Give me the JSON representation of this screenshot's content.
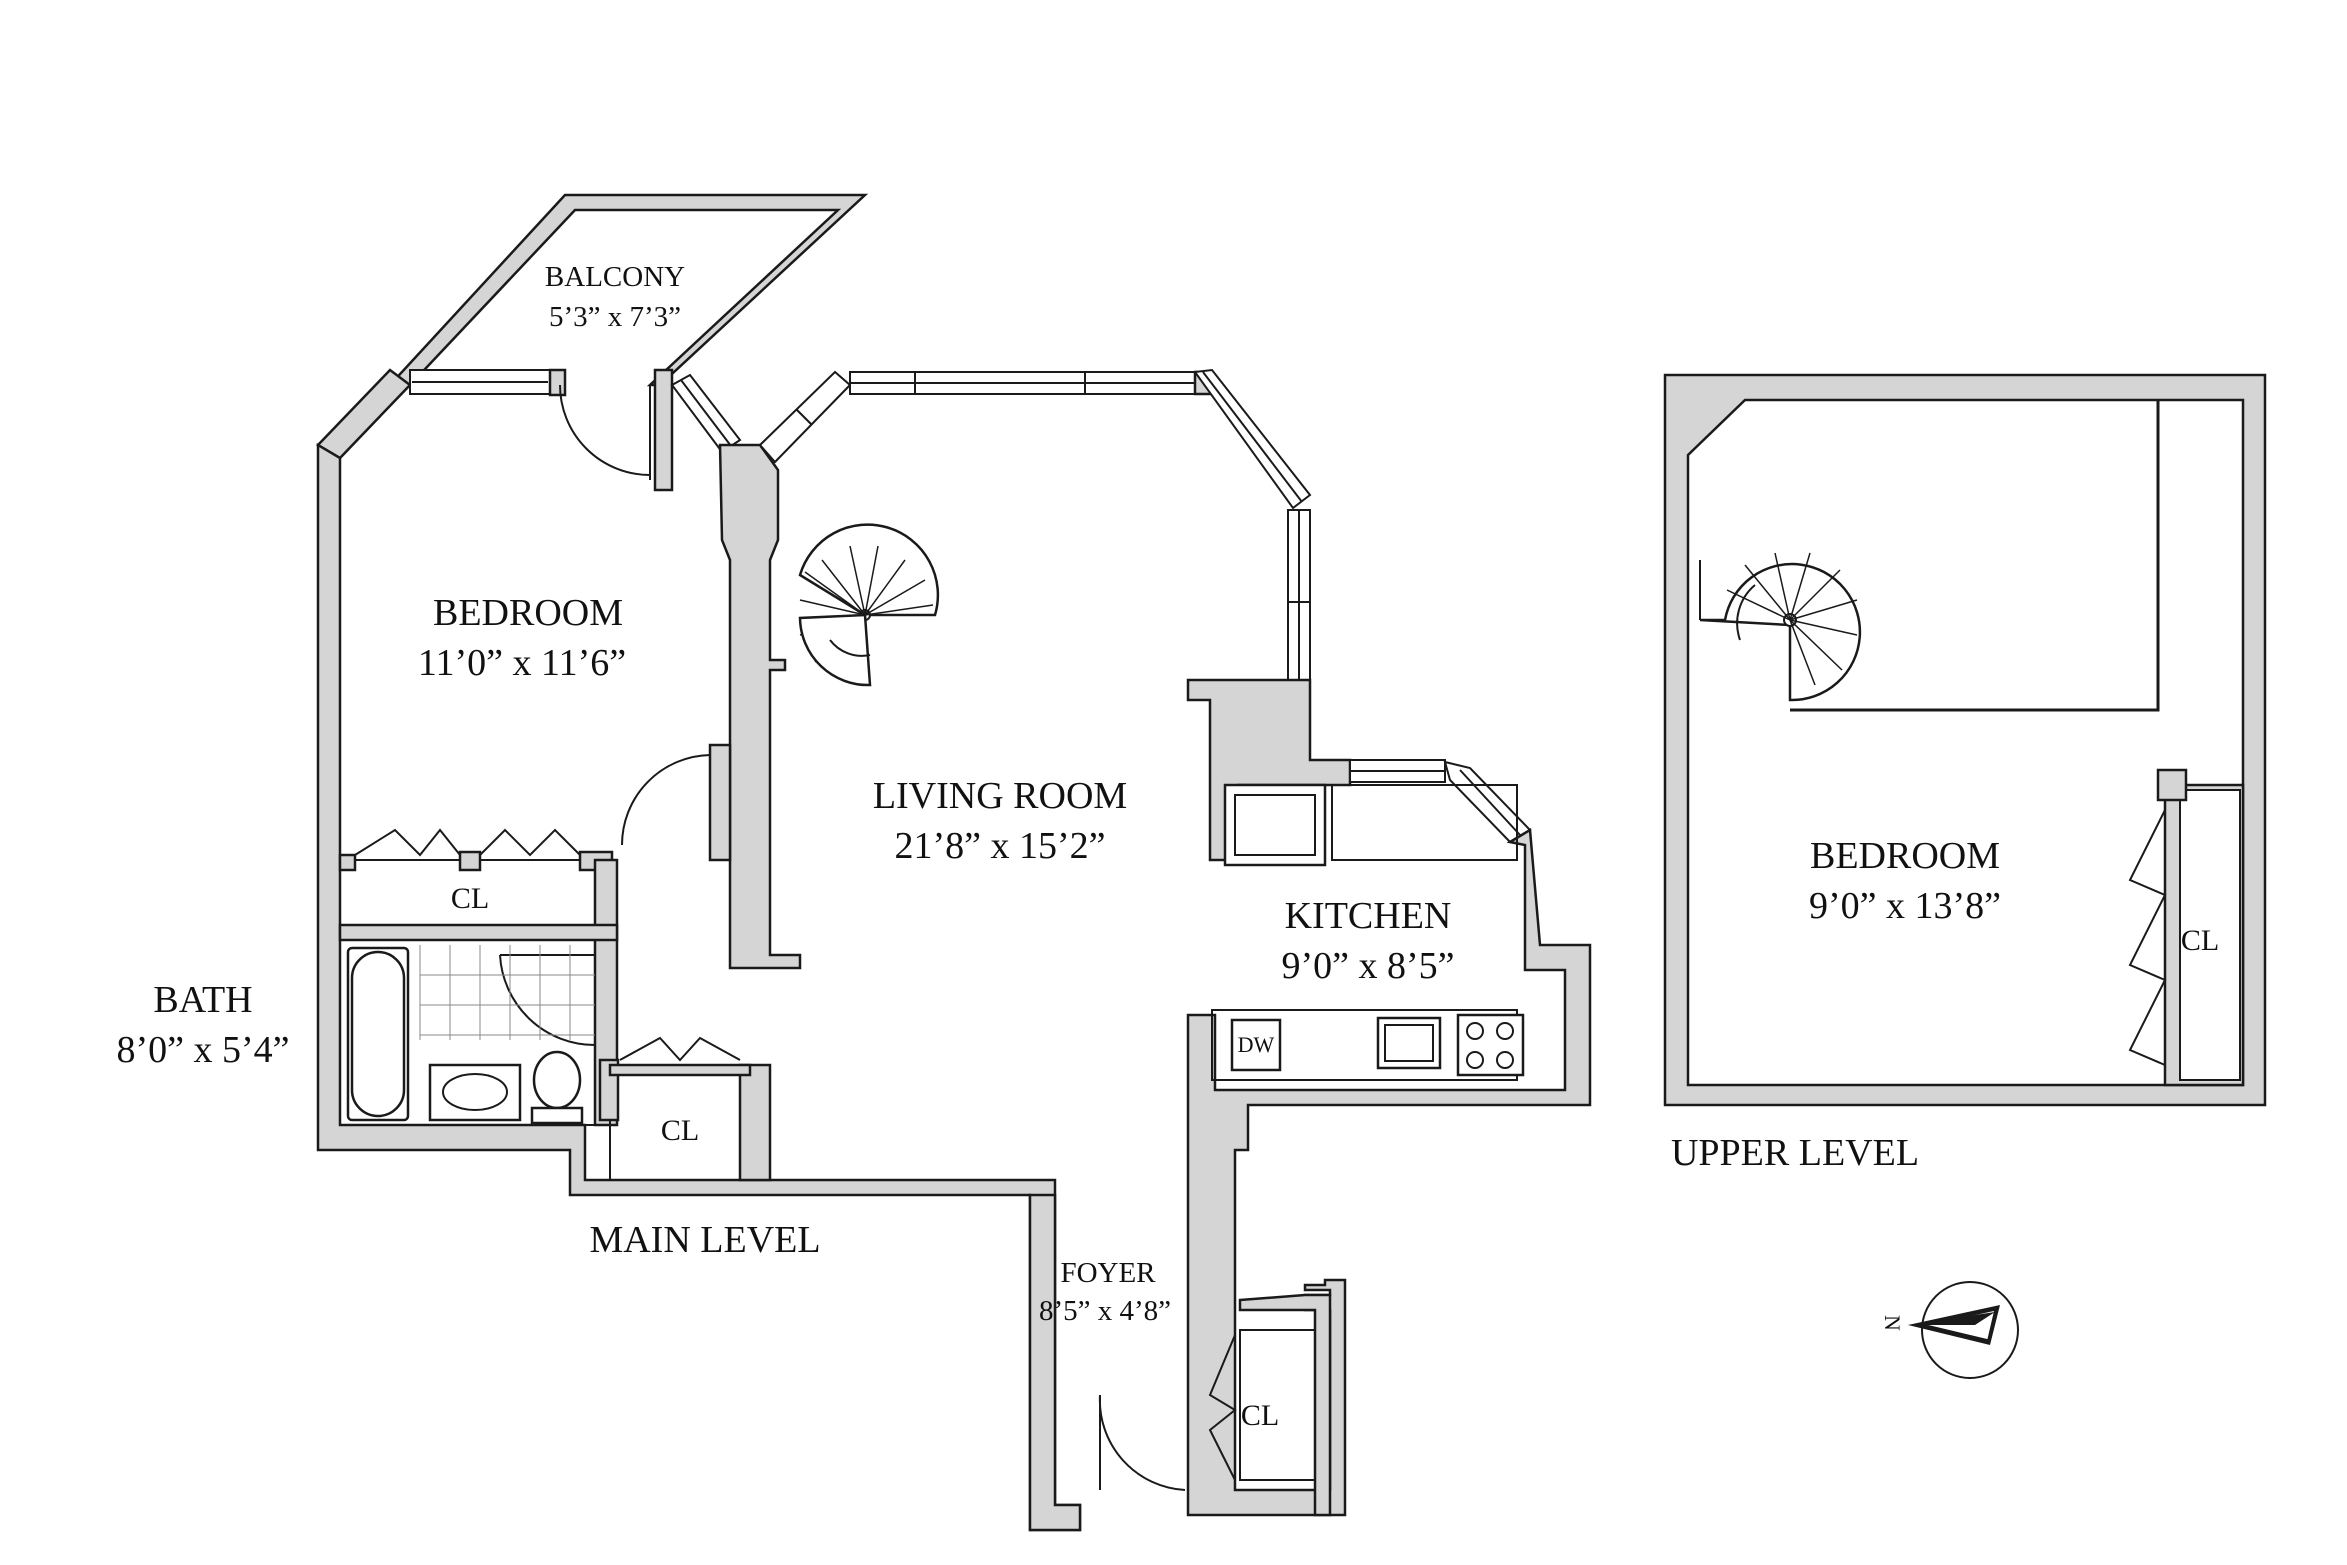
{
  "plan": {
    "main_level_label": "MAIN LEVEL",
    "upper_level_label": "UPPER LEVEL",
    "rooms": {
      "balcony": {
        "name": "BALCONY",
        "dims": "5’3” x 7’3”"
      },
      "bedroom": {
        "name": "BEDROOM",
        "dims": "11’0” x 11’6”"
      },
      "living": {
        "name": "LIVING ROOM",
        "dims": "21’8” x 15’2”"
      },
      "kitchen": {
        "name": "KITCHEN",
        "dims": "9’0” x 8’5”"
      },
      "bath": {
        "name": "BATH",
        "dims": "8’0” x 5’4”"
      },
      "foyer": {
        "name": "FOYER",
        "dims": "8’5” x 4’8”"
      },
      "upper_bedroom": {
        "name": "BEDROOM",
        "dims": "9’0” x 13’8”"
      }
    },
    "closets": {
      "bedroom": "CL",
      "hall": "CL",
      "foyer": "CL",
      "upper": "CL"
    },
    "appliances": {
      "dishwasher": "DW"
    },
    "compass": {
      "letter": "N",
      "icon": "compass-icon"
    },
    "colors": {
      "wall_fill": "#d5d5d5",
      "line": "#1a1a1a",
      "background": "#ffffff"
    }
  }
}
